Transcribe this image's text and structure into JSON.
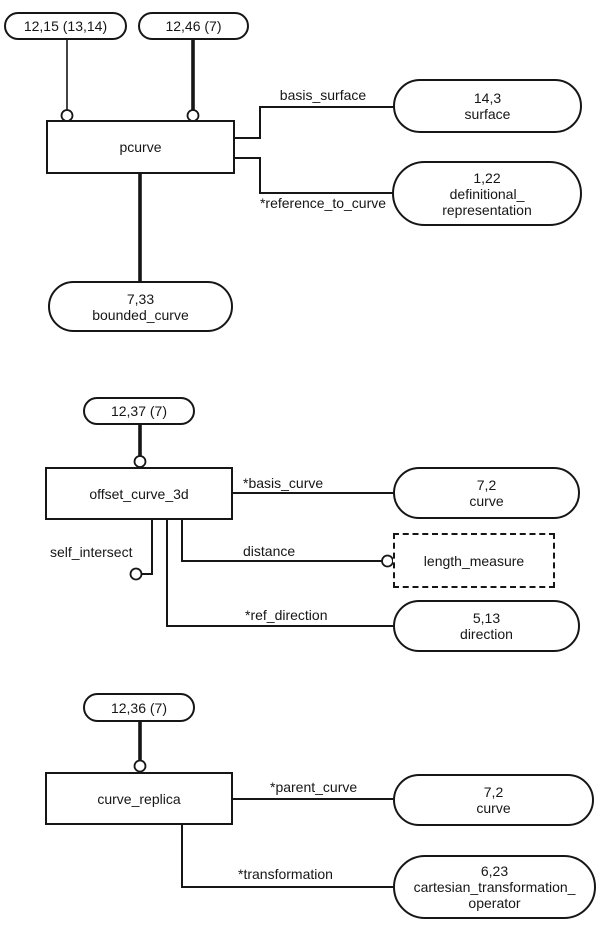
{
  "colors": {
    "ink": "#161616",
    "background": "#ffffff"
  },
  "pcurve_section": {
    "page_ref_left": "12,15 (13,14)",
    "page_ref_right": "12,46 (7)",
    "entity": "pcurve",
    "attr_basis_surface": "basis_surface",
    "attr_reference_to_curve": "*reference_to_curve",
    "surface": {
      "page": "14,3",
      "name": "surface"
    },
    "definitional_representation": {
      "page": "1,22",
      "line1": "definitional_",
      "line2": "representation"
    },
    "bounded_curve": {
      "page": "7,33",
      "name": "bounded_curve"
    }
  },
  "offset_section": {
    "page_ref": "12,37 (7)",
    "entity": "offset_curve_3d",
    "attr_basis_curve": "*basis_curve",
    "attr_distance": "distance",
    "attr_self_intersect": "self_intersect",
    "attr_ref_direction": "*ref_direction",
    "curve": {
      "page": "7,2",
      "name": "curve"
    },
    "length_measure": {
      "name": "length_measure"
    },
    "direction": {
      "page": "5,13",
      "name": "direction"
    }
  },
  "replica_section": {
    "page_ref": "12,36 (7)",
    "entity": "curve_replica",
    "attr_parent_curve": "*parent_curve",
    "attr_transformation": "*transformation",
    "curve": {
      "page": "7,2",
      "name": "curve"
    },
    "cartesian_transformation_operator": {
      "page": "6,23",
      "line1": "cartesian_transformation_",
      "line2": "operator"
    }
  }
}
